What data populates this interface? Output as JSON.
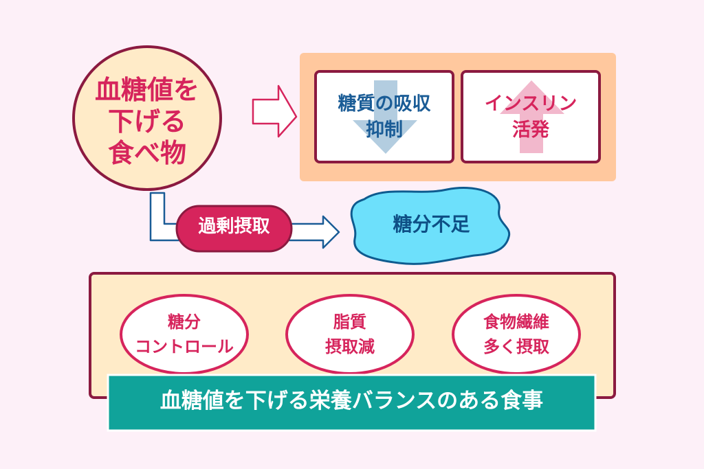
{
  "main_node": {
    "lines": [
      "血糖値を",
      "下げる",
      "食べ物"
    ]
  },
  "effects": [
    {
      "lines": [
        "糖質の吸収",
        "抑制"
      ],
      "arrow": "down-arrow"
    },
    {
      "lines": [
        "インスリン",
        "活発"
      ],
      "arrow": "up-arrow"
    }
  ],
  "excess": {
    "label": "過剰摂取"
  },
  "shortage": {
    "label": "糖分不足"
  },
  "tips": [
    {
      "lines": [
        "糖分",
        "コントロール"
      ]
    },
    {
      "lines": [
        "脂質",
        "摂取減"
      ]
    },
    {
      "lines": [
        "食物繊維",
        "多く摂取"
      ]
    }
  ],
  "banner": {
    "label": "血糖値を下げる栄養バランスのある食事"
  },
  "colors": {
    "background": "#fdf0f8",
    "pink": "#d6245c",
    "maroon": "#8b1a40",
    "cream": "#ffebc8",
    "orange": "#ffc89e",
    "navy": "#1a5c96",
    "cyan": "#6de0fb",
    "teal": "#10a39a"
  }
}
